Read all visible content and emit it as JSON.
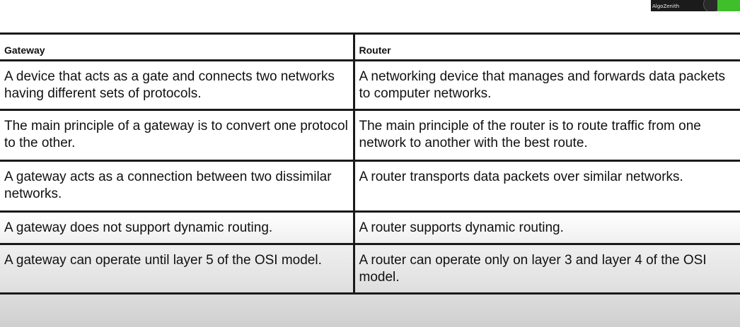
{
  "overlay": {
    "webcam_label": "AlgoZenith"
  },
  "table": {
    "headers": [
      "Gateway",
      "Router"
    ],
    "rows": [
      {
        "gateway": "A device that acts as a gate and connects two networks having different sets of protocols.",
        "router": "A networking device that manages and forwards data packets to computer networks."
      },
      {
        "gateway": "The main principle of a gateway is to convert one protocol to the other.",
        "router": "The main principle of the router is to route traffic from one network to another with the best route."
      },
      {
        "gateway": "A gateway acts as a connection between two dissimilar networks.",
        "router": "A router transports data packets over similar networks."
      },
      {
        "gateway": "A gateway does not support dynamic routing.",
        "router": "A router supports dynamic routing."
      },
      {
        "gateway": "A gateway can operate until layer 5 of the OSI model.",
        "router": "A router can operate only on layer 3 and layer 4 of the OSI model."
      }
    ]
  }
}
